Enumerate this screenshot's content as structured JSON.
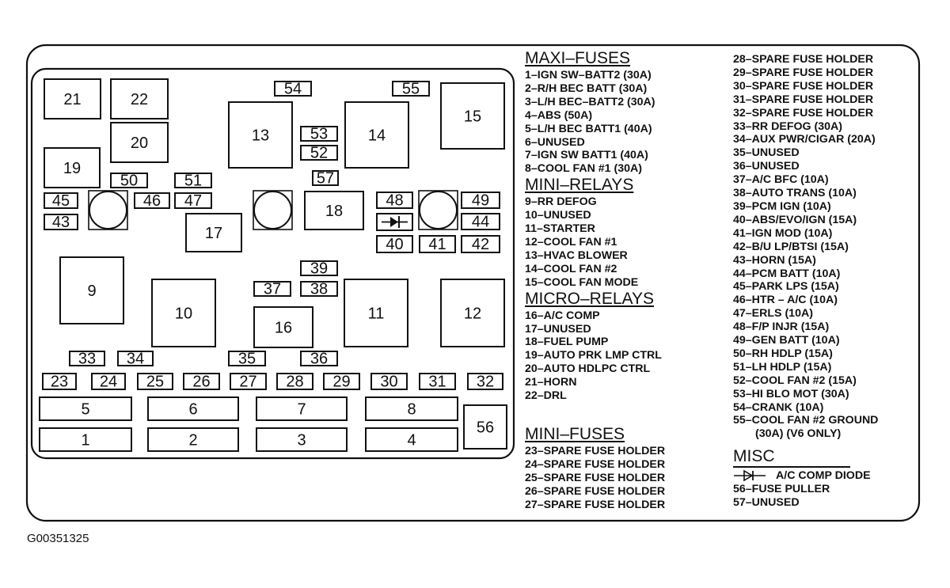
{
  "diagram": {
    "figure_code": "G00351325",
    "outline_color": "#111111",
    "items": [
      {
        "key": "b21",
        "label": "21"
      },
      {
        "key": "b22",
        "label": "22"
      },
      {
        "key": "b20",
        "label": "20"
      },
      {
        "key": "b19",
        "label": "19"
      },
      {
        "key": "b13",
        "label": "13"
      },
      {
        "key": "b14",
        "label": "14"
      },
      {
        "key": "b15",
        "label": "15"
      },
      {
        "key": "b54",
        "label": "54"
      },
      {
        "key": "b55",
        "label": "55"
      },
      {
        "key": "b53",
        "label": "53"
      },
      {
        "key": "b52",
        "label": "52"
      },
      {
        "key": "b57",
        "label": "57"
      },
      {
        "key": "b50",
        "label": "50"
      },
      {
        "key": "b51",
        "label": "51"
      },
      {
        "key": "b45",
        "label": "45"
      },
      {
        "key": "b43",
        "label": "43"
      },
      {
        "key": "b46",
        "label": "46"
      },
      {
        "key": "b47",
        "label": "47"
      },
      {
        "key": "b18",
        "label": "18"
      },
      {
        "key": "b17",
        "label": "17"
      },
      {
        "key": "b48",
        "label": "48"
      },
      {
        "key": "b49",
        "label": "49"
      },
      {
        "key": "b44",
        "label": "44"
      },
      {
        "key": "b40",
        "label": "40"
      },
      {
        "key": "b41",
        "label": "41"
      },
      {
        "key": "b42",
        "label": "42"
      },
      {
        "key": "b9",
        "label": "9"
      },
      {
        "key": "b10",
        "label": "10"
      },
      {
        "key": "b11",
        "label": "11"
      },
      {
        "key": "b12",
        "label": "12"
      },
      {
        "key": "b16",
        "label": "16"
      },
      {
        "key": "b39",
        "label": "39"
      },
      {
        "key": "b37",
        "label": "37"
      },
      {
        "key": "b38",
        "label": "38"
      },
      {
        "key": "b33",
        "label": "33"
      },
      {
        "key": "b34",
        "label": "34"
      },
      {
        "key": "b35",
        "label": "35"
      },
      {
        "key": "b36",
        "label": "36"
      },
      {
        "key": "b23",
        "label": "23"
      },
      {
        "key": "b24",
        "label": "24"
      },
      {
        "key": "b25",
        "label": "25"
      },
      {
        "key": "b26",
        "label": "26"
      },
      {
        "key": "b27",
        "label": "27"
      },
      {
        "key": "b28",
        "label": "28"
      },
      {
        "key": "b29",
        "label": "29"
      },
      {
        "key": "b30",
        "label": "30"
      },
      {
        "key": "b31",
        "label": "31"
      },
      {
        "key": "b32",
        "label": "32"
      },
      {
        "key": "b5",
        "label": "5"
      },
      {
        "key": "b6",
        "label": "6"
      },
      {
        "key": "b7",
        "label": "7"
      },
      {
        "key": "b8",
        "label": "8"
      },
      {
        "key": "b1",
        "label": "1"
      },
      {
        "key": "b2",
        "label": "2"
      },
      {
        "key": "b3",
        "label": "3"
      },
      {
        "key": "b4",
        "label": "4"
      },
      {
        "key": "b56",
        "label": "56"
      }
    ]
  },
  "legend": {
    "maxi_fuses": {
      "title": "MAXI–FUSES",
      "items": [
        "1–IGN SW–BATT2 (30A)",
        "2–R/H BEC BATT (30A)",
        "3–L/H BEC–BATT2 (30A)",
        "4–ABS (50A)",
        "5–L/H BEC BATT1 (40A)",
        "6–UNUSED",
        "7–IGN SW BATT1 (40A)",
        "8–COOL FAN #1 (30A)"
      ]
    },
    "mini_relays": {
      "title": "MINI–RELAYS",
      "items": [
        "9–RR DEFOG",
        "10–UNUSED",
        "11–STARTER",
        "12–COOL FAN #1",
        "13–HVAC BLOWER",
        "14–COOL FAN #2",
        "15–COOL FAN MODE"
      ]
    },
    "micro_relays": {
      "title": "MICRO–RELAYS",
      "items": [
        "16–A/C COMP",
        "17–UNUSED",
        "18–FUEL PUMP",
        "19–AUTO PRK LMP CTRL",
        "20–AUTO HDLPC CTRL",
        "21–HORN",
        "22–DRL"
      ]
    },
    "mini_fuses": {
      "title": "MINI–FUSES",
      "items_a": [
        "23–SPARE FUSE HOLDER",
        "24–SPARE FUSE HOLDER",
        "25–SPARE FUSE HOLDER",
        "26–SPARE FUSE HOLDER",
        "27–SPARE FUSE HOLDER"
      ],
      "items_b": [
        "28–SPARE FUSE HOLDER",
        "29–SPARE FUSE HOLDER",
        "30–SPARE FUSE HOLDER",
        "31–SPARE FUSE HOLDER",
        "32–SPARE FUSE HOLDER",
        "33–RR DEFOG (30A)",
        "34–AUX PWR/CIGAR (20A)",
        "35–UNUSED",
        "36–UNUSED",
        "37–A/C BFC (10A)",
        "38–AUTO TRANS (10A)",
        "39–PCM IGN (10A)",
        "40–ABS/EVO/IGN (15A)",
        "41–IGN MOD (10A)",
        "42–B/U LP/BTSI (15A)",
        "43–HORN (15A)",
        "44–PCM BATT (10A)",
        "45–PARK LPS (15A)",
        "46–HTR – A/C (10A)",
        "47–ERLS (10A)",
        "48–F/P INJR (15A)",
        "49–GEN BATT (10A)",
        "50–RH HDLP (15A)",
        "51–LH HDLP (15A)",
        "52–COOL FAN #2 (15A)",
        "53–HI BLO MOT (30A)",
        "54–CRANK (10A)",
        "55–COOL FAN #2 GROUND"
      ],
      "item_55_cont": "(30A) (V6 ONLY)"
    },
    "misc": {
      "title": "MISC",
      "diode_label": "A/C COMP DIODE",
      "items": [
        "56–FUSE PULLER",
        "57–UNUSED"
      ]
    }
  }
}
